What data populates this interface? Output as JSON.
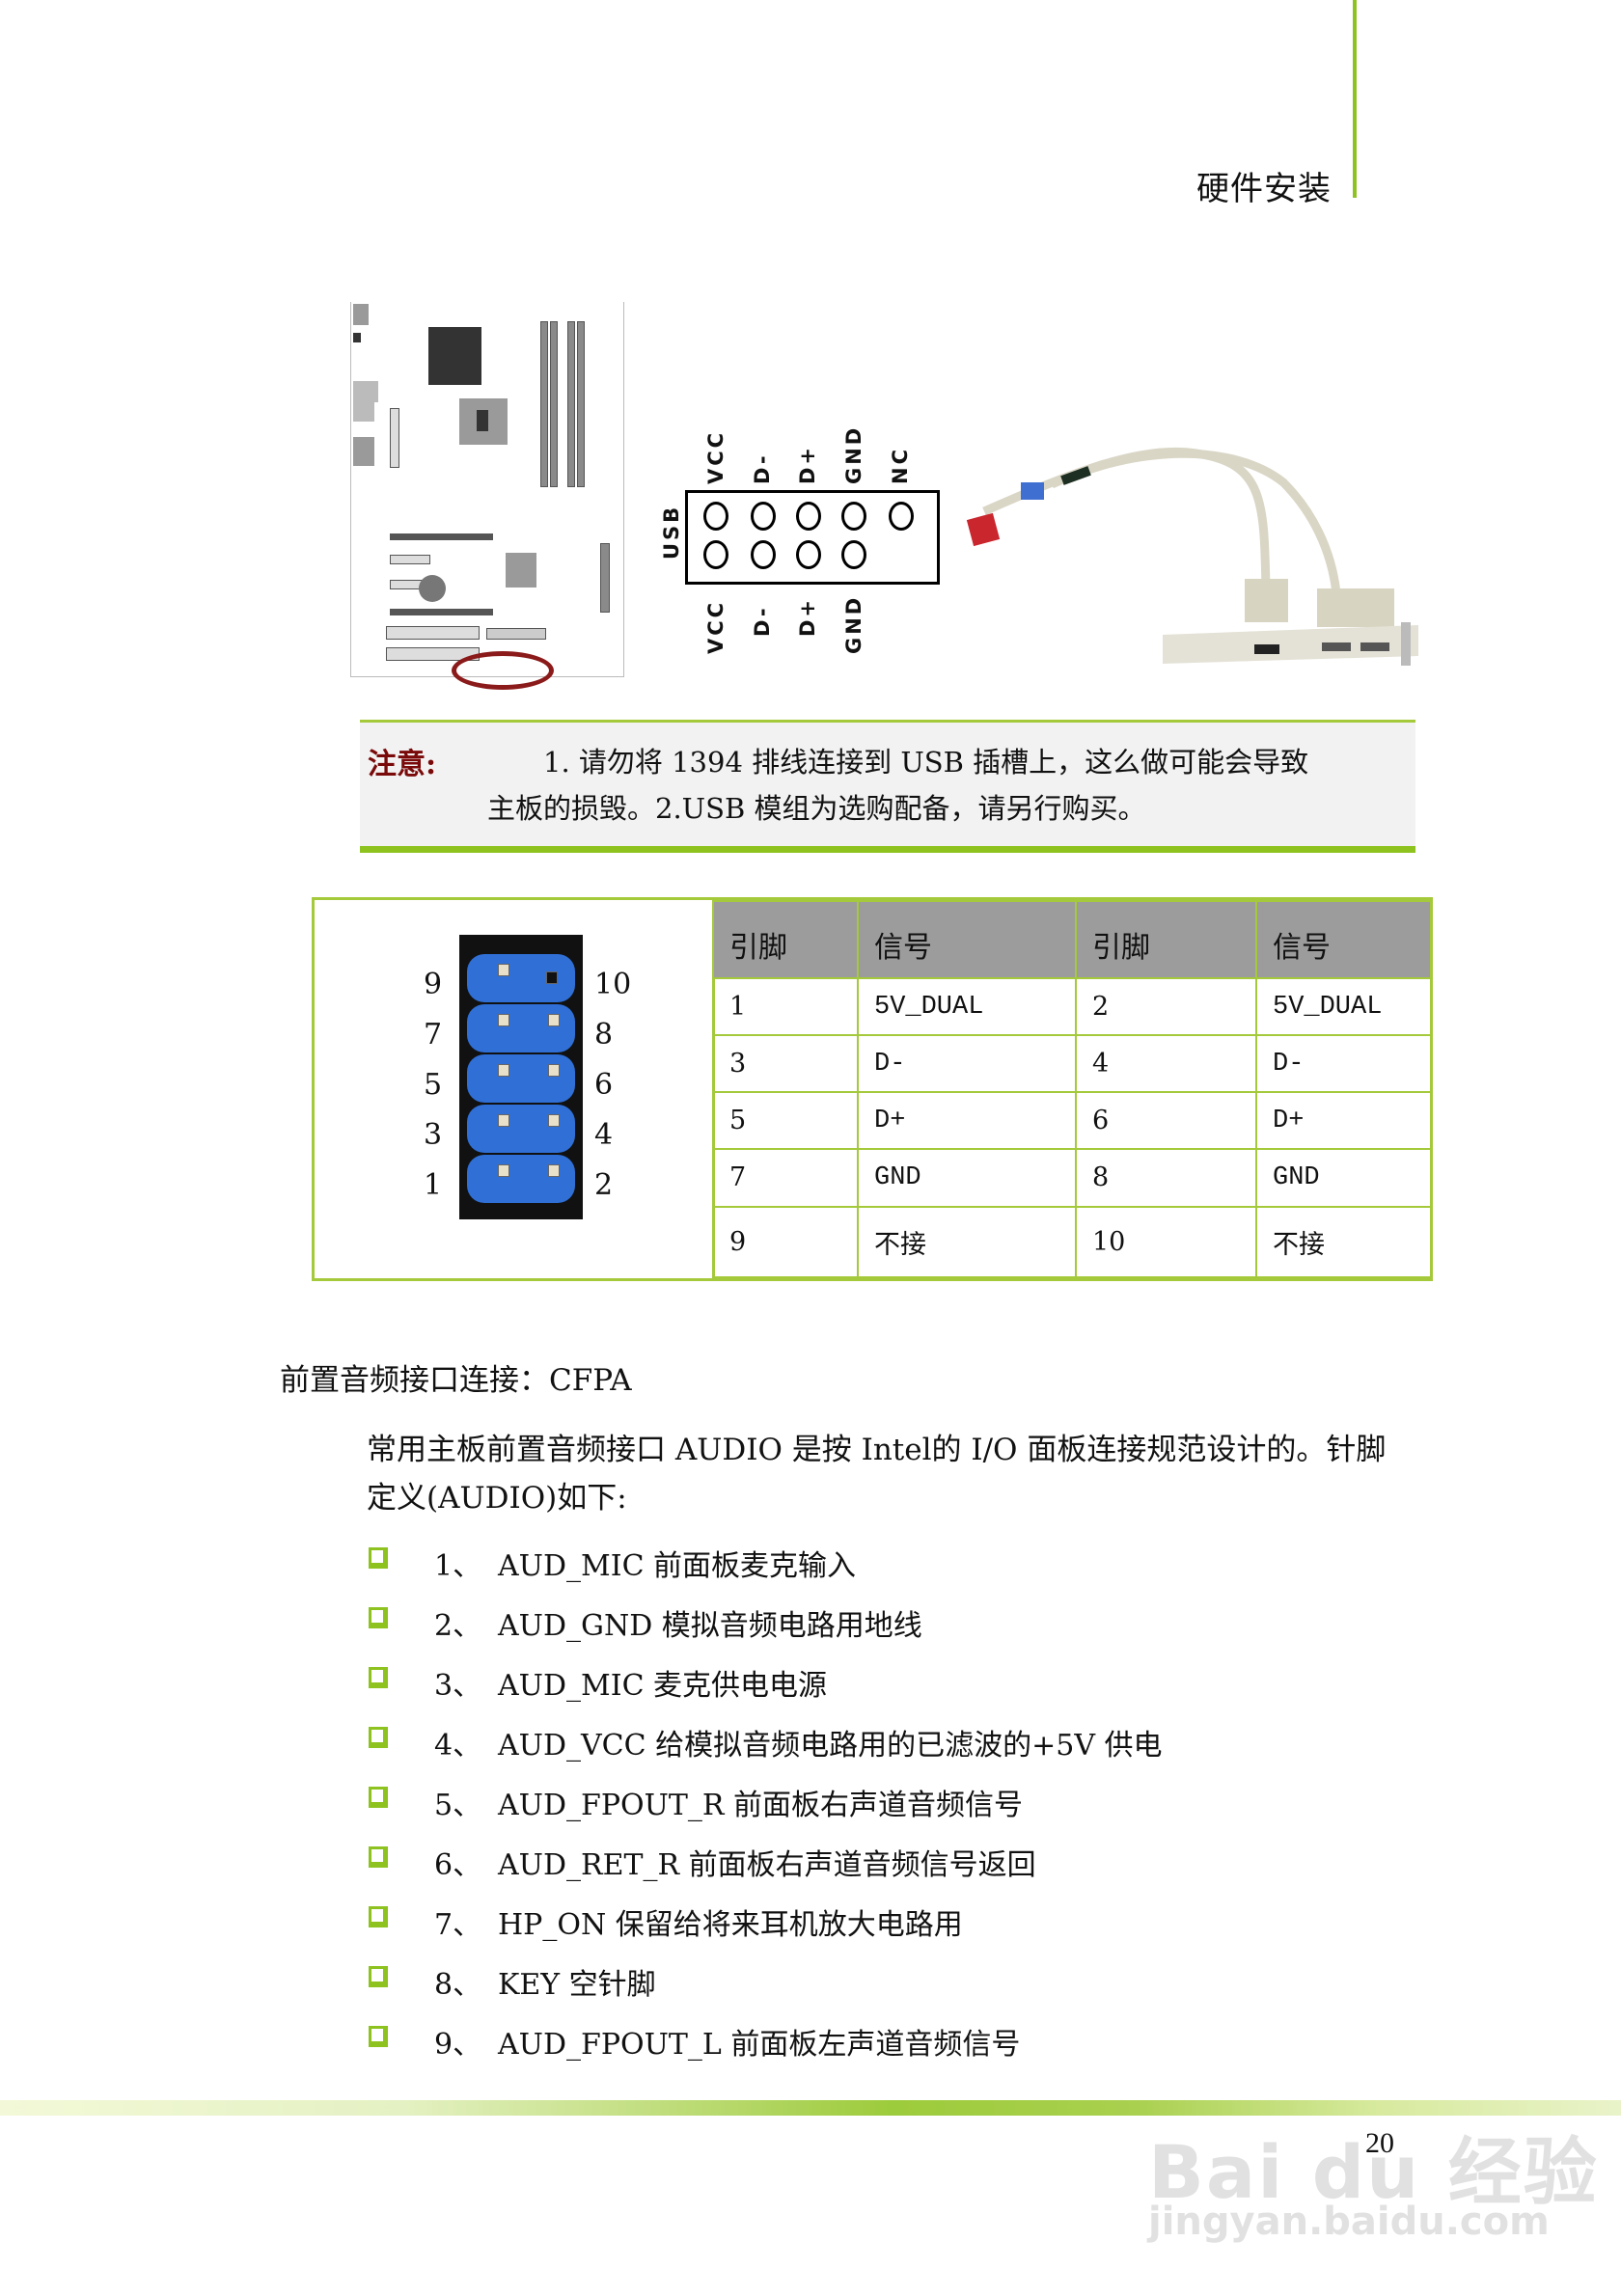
{
  "header": {
    "section_title": "硬件安装"
  },
  "figure_usb": {
    "board_label": "motherboard-layout",
    "connector_label": "USB",
    "top_labels": [
      "VCC",
      "D-",
      "D+",
      "GND",
      "NC"
    ],
    "bottom_labels": [
      "VCC",
      "D-",
      "D+",
      "GND"
    ]
  },
  "note": {
    "tag": "注意:",
    "line1": "1. 请勿将 1394 排线连接到 USB 插槽上，这么做可能会导致",
    "line2": "主板的损毁。2.USB 模组为选购配备，请另行购买。"
  },
  "pin_table": {
    "left_pins": [
      "9",
      "7",
      "5",
      "3",
      "1"
    ],
    "right_pins": [
      "10",
      "8",
      "6",
      "4",
      "2"
    ],
    "headers": [
      "引脚",
      "信号",
      "引脚",
      "信号"
    ],
    "rows": [
      [
        "1",
        "5V_DUAL",
        "2",
        "5V_DUAL"
      ],
      [
        "3",
        "D-",
        "4",
        "D-"
      ],
      [
        "5",
        "D+",
        "6",
        "D+"
      ],
      [
        "7",
        "GND",
        "8",
        "GND"
      ],
      [
        "9",
        "不接",
        "10",
        "不接"
      ]
    ]
  },
  "audio": {
    "section_title": "前置音频接口连接：CFPA",
    "intro_line1": "常用主板前置音频接口 AUDIO 是按 Intel的 I/O 面板连接规范设计的。针脚",
    "intro_line2": "定义(AUDIO)如下:",
    "items": [
      {
        "num": "1、",
        "text": "AUD_MIC 前面板麦克输入"
      },
      {
        "num": "2、",
        "text": "AUD_GND 模拟音频电路用地线"
      },
      {
        "num": "3、",
        "text": "AUD_MIC 麦克供电电源"
      },
      {
        "num": "4、",
        "text": "AUD_VCC 给模拟音频电路用的已滤波的+5V 供电"
      },
      {
        "num": "5、",
        "text": "AUD_FPOUT_R 前面板右声道音频信号"
      },
      {
        "num": "6、",
        "text": "AUD_RET_R 前面板右声道音频信号返回"
      },
      {
        "num": "7、",
        "text": "HP_ON 保留给将来耳机放大电路用"
      },
      {
        "num": "8、",
        "text": "KEY 空针脚"
      },
      {
        "num": "9、",
        "text": "AUD_FPOUT_L 前面板左声道音频信号"
      }
    ]
  },
  "footer": {
    "page_number": "20",
    "watermark_main": "Bai du 经验",
    "watermark_url": "jingyan.baidu.com"
  },
  "colors": {
    "accent_green": "#8dc21f",
    "note_tag": "#7a0a0a",
    "table_header_bg": "#9c9c9c",
    "connector_blue": "#2f6fd6"
  }
}
